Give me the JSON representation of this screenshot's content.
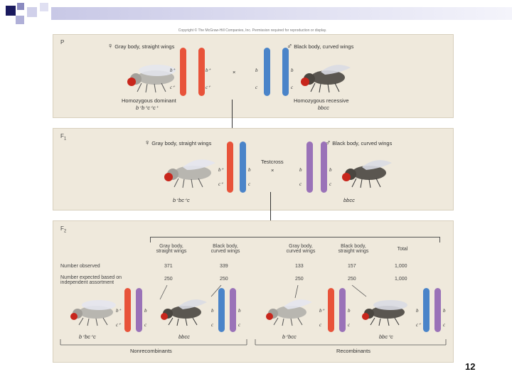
{
  "slide": {
    "page_number": "12"
  },
  "copyright": "Copyright © The McGraw-Hill Companies, Inc. Permission required for reproduction or display.",
  "panel_p": {
    "label": "P",
    "female_symbol": "♀",
    "female_title": "Gray body, straight wings",
    "male_symbol": "♂",
    "male_title": "Black body, curved wings",
    "cross": "×",
    "left_caption": "Homozygous dominant",
    "left_genotype": "b⁺b⁺c⁺c⁺",
    "right_caption": "Homozygous recessive",
    "right_genotype": "bbcc",
    "alleles_left": [
      "b⁺",
      "b⁺",
      "c⁺",
      "c⁺"
    ],
    "alleles_right": [
      "b",
      "b",
      "c",
      "c"
    ]
  },
  "panel_f1": {
    "label": "F",
    "label_sub": "1",
    "female_symbol": "♀",
    "female_title": "Gray body, straight wings",
    "male_symbol": "♂",
    "male_title": "Black body, curved wings",
    "testcross": "Testcross",
    "cross": "×",
    "left_genotype": "b⁺bc⁺c",
    "right_genotype": "bbcc",
    "alleles_left": [
      "b⁺",
      "b",
      "c⁺",
      "c"
    ],
    "alleles_right": [
      "b",
      "b",
      "c",
      "c"
    ]
  },
  "panel_f2": {
    "label": "F",
    "label_sub": "2",
    "columns": [
      "Gray body,\nstraight wings",
      "Black body,\ncurved wings",
      "Gray body,\ncurved wings",
      "Black body,\nstraight wings",
      "Total"
    ],
    "row_observed_label": "Number observed",
    "observed": [
      "371",
      "339",
      "133",
      "157",
      "1,000"
    ],
    "row_expected_label": "Number expected based on independent assortment",
    "expected": [
      "250",
      "250",
      "250",
      "250",
      "1,000"
    ],
    "genotypes": [
      "b⁺bc⁺c",
      "bbcc",
      "b⁺bcc",
      "bbc⁺c"
    ],
    "nonrecombinants": "Nonrecombinants",
    "recombinants": "Recombinants",
    "alleles": [
      [
        "b⁺",
        "b",
        "c⁺",
        "c"
      ],
      [
        "b",
        "b",
        "c",
        "c"
      ],
      [
        "b⁺",
        "b",
        "c",
        "c"
      ],
      [
        "b",
        "b",
        "c⁺",
        "c"
      ]
    ]
  },
  "colors": {
    "red_chrom": "#e8533a",
    "blue_chrom": "#4a84c9",
    "purple_chrom": "#9a72b8",
    "panel_bg": "#efe9dc"
  }
}
